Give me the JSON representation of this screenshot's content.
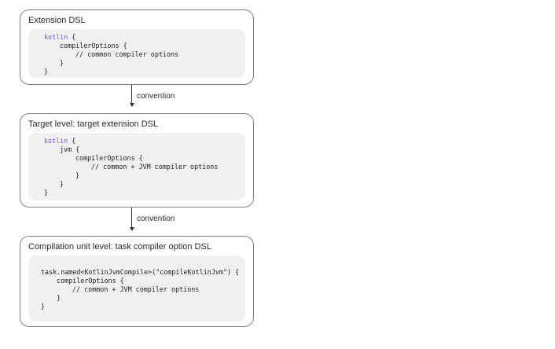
{
  "panels": [
    {
      "title": "Extension DSL",
      "code": [
        {
          "text": "kotlin",
          "suffix": " {",
          "indent": 0,
          "keyword": true
        },
        {
          "text": "compilerOptions {",
          "indent": 1
        },
        {
          "text": "// common compiler options",
          "indent": 2
        },
        {
          "text": "}",
          "indent": 1
        },
        {
          "text": "}",
          "indent": 0
        }
      ]
    },
    {
      "title": "Target level: target extension DSL",
      "code": [
        {
          "text": "kotlin",
          "suffix": " {",
          "indent": 0,
          "keyword": true
        },
        {
          "text": "jvm {",
          "indent": 1
        },
        {
          "text": "compilerOptions {",
          "indent": 2
        },
        {
          "text": "// common + JVM compiler options",
          "indent": 3
        },
        {
          "text": "}",
          "indent": 2
        },
        {
          "text": "}",
          "indent": 1
        },
        {
          "text": "}",
          "indent": 0
        }
      ]
    },
    {
      "title": "Compilation unit level: task compiler option DSL",
      "code": [
        {
          "text": "task.named<KotlinJvmCompile>(\"compileKotlinJvm\") {",
          "indent": 0
        },
        {
          "text": "compilerOptions {",
          "indent": 1
        },
        {
          "text": "// common + JVM compiler options",
          "indent": 2
        },
        {
          "text": "}",
          "indent": 1
        },
        {
          "text": "}",
          "indent": 0
        }
      ]
    }
  ],
  "connectors": [
    {
      "label": "convention"
    },
    {
      "label": "convention"
    }
  ],
  "colors": {
    "keyword": "#7f52ff",
    "code_bg": "#f0f0f0",
    "border": "#7f7f7f",
    "text": "#2b2b2b"
  }
}
